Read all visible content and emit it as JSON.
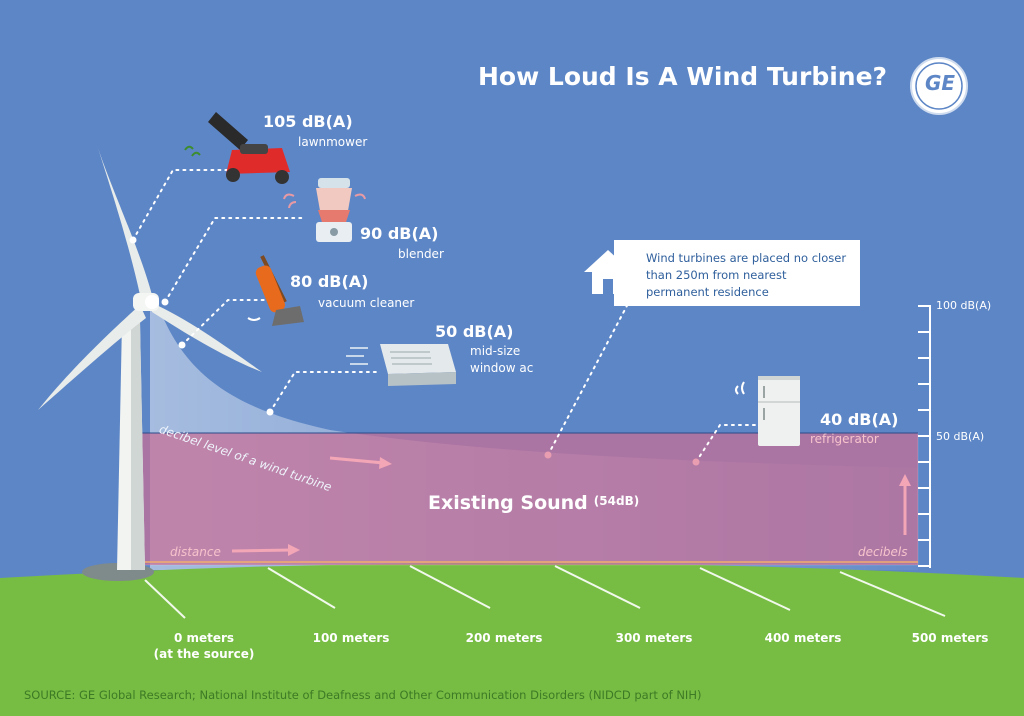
{
  "title": "How Loud Is A Wind Turbine?",
  "logo": "GE",
  "sources": [
    {
      "level": "105 dB(A)",
      "name": "lawnmower"
    },
    {
      "level": "90 dB(A)",
      "name": "blender"
    },
    {
      "level": "80 dB(A)",
      "name": "vacuum cleaner"
    },
    {
      "level": "50 dB(A)",
      "name_line1": "mid-size",
      "name_line2": "window ac"
    },
    {
      "level": "40 dB(A)",
      "name": "refrigerator"
    }
  ],
  "callout": "Wind turbines are placed no closer than 250m from nearest permanent residence",
  "scale": {
    "top": "100 dB(A)",
    "mid": "50 dB(A)"
  },
  "curve_label": "decibel level of a wind turbine",
  "existing": {
    "label": "Existing Sound",
    "value": "(54dB)"
  },
  "axis": {
    "distance": "distance",
    "decibels": "decibels"
  },
  "meters": [
    {
      "line1": "0 meters",
      "line2": "(at the source)"
    },
    {
      "line1": "100 meters",
      "line2": ""
    },
    {
      "line1": "200 meters",
      "line2": ""
    },
    {
      "line1": "300 meters",
      "line2": ""
    },
    {
      "line1": "400 meters",
      "line2": ""
    },
    {
      "line1": "500 meters",
      "line2": ""
    }
  ],
  "source_note": "SOURCE: GE Global Research; National Institute of Deafness and Other Communication Disorders (NIDCD part of NIH)",
  "colors": {
    "sky": "#5d86c6",
    "grass": "#77bd43",
    "existing_band": "#c96f96",
    "accent": "#e8a0b0"
  }
}
